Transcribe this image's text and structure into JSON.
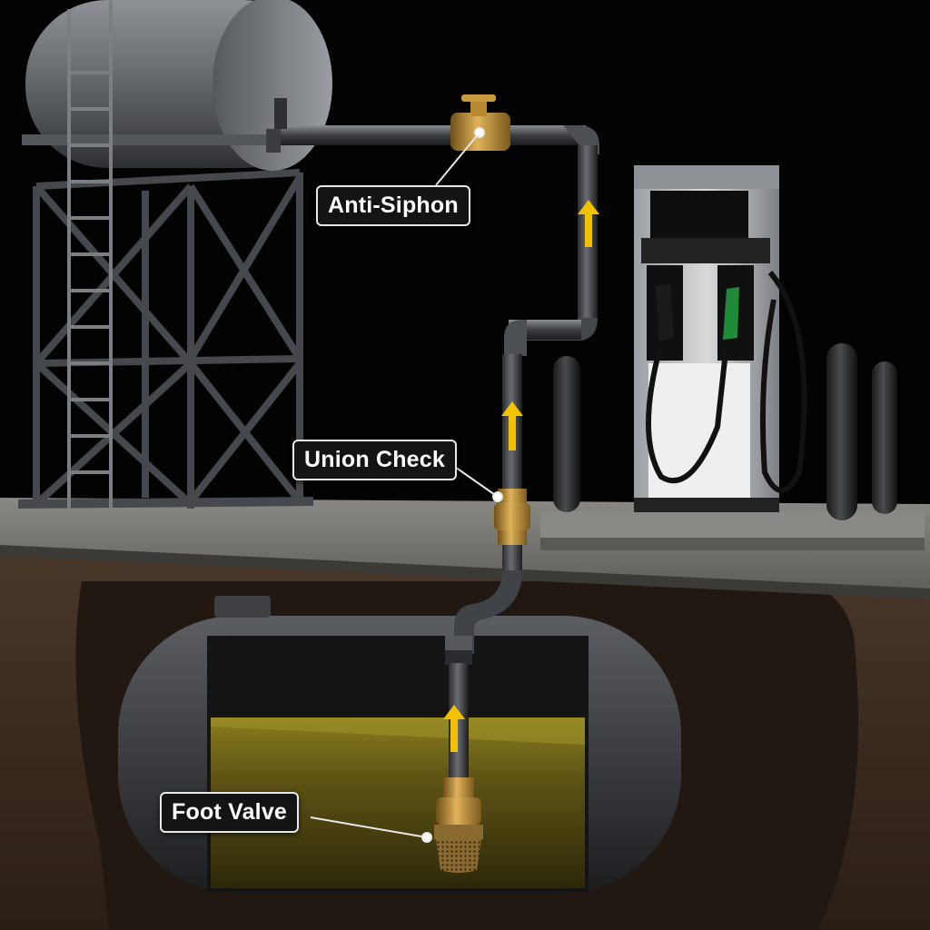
{
  "labels": {
    "anti_siphon": "Anti-Siphon",
    "union_check": "Union Check",
    "foot_valve": "Foot Valve"
  },
  "colors": {
    "background": "#000000",
    "flow_arrow": "#f2c200",
    "brass": "#b8892e",
    "fuel": "#5a5212",
    "steel": "#6d7075",
    "soil": "#3a2a1f",
    "nozzle_green": "#1f8a3a",
    "nozzle_black": "#1a1a1a"
  },
  "flow_direction": "upward"
}
